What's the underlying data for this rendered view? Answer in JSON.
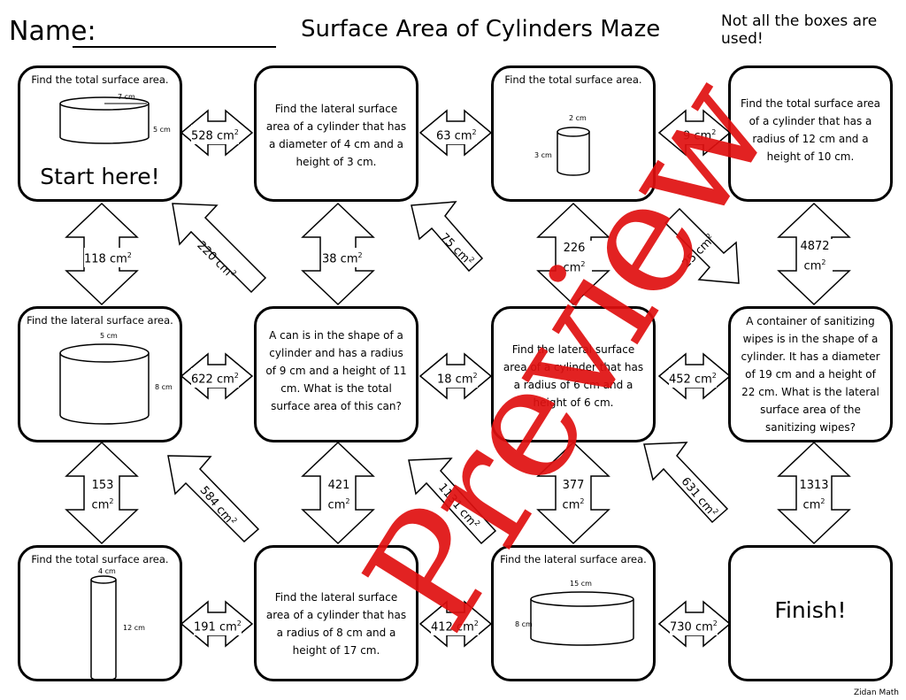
{
  "header": {
    "name_label": "Name: ",
    "title": "Surface Area of Cylinders Maze",
    "note": "Not all the boxes are used!"
  },
  "boxes": {
    "r1c1": {
      "head": "Find the total surface area.",
      "dim_r": "7 cm",
      "dim_h": "5 cm",
      "big": "Start here!"
    },
    "r1c2": {
      "body": "Find the lateral surface area of a cylinder that has a diameter of 4 cm and a height of 3 cm."
    },
    "r1c3": {
      "head": "Find the total surface area.",
      "dim_r": "2 cm",
      "dim_h": "3 cm"
    },
    "r1c4": {
      "body": "Find the total surface area of a cylinder that has a radius of 12 cm and a height of 10 cm."
    },
    "r2c1": {
      "head": "Find the lateral surface area.",
      "dim_r": "5 cm",
      "dim_h": "8 cm"
    },
    "r2c2": {
      "body": "A can is in the shape of a cylinder and has a radius of 9 cm and a height of 11 cm. What is the total surface area of this can?"
    },
    "r2c3": {
      "body": "Find the lateral surface area of a cylinder that has a radius of 6 cm and a height of 6 cm."
    },
    "r2c4": {
      "body": "A container of sanitizing wipes is in the shape of a cylinder. It has a diameter of 19 cm and a height of 22 cm. What is the lateral surface area of the sanitizing wipes?"
    },
    "r3c1": {
      "head": "Find the total surface area.",
      "dim_r": "4 cm",
      "dim_h": "12 cm"
    },
    "r3c2": {
      "body": "Find the lateral surface area of a cylinder that has a radius of 8 cm and a height of 17 cm."
    },
    "r3c3": {
      "head": "Find the lateral surface area.",
      "dim_r": "15 cm",
      "dim_h": "8 cm"
    },
    "r3c4": {
      "big": "Finish!"
    }
  },
  "arrows": {
    "h_r1_12": "528 cm",
    "h_r1_23": "63 cm",
    "h_r1_34": "9 cm",
    "h_r2_12": "622 cm",
    "h_r2_23": "18 cm",
    "h_r2_34": "452 cm",
    "h_r3_12": "191 cm",
    "h_r3_23": "412 cm",
    "h_r3_34": "730 cm",
    "v_12_c1": "118 cm",
    "v_12_c2": "38 cm",
    "v_12_c3": "226 cm",
    "v_12_c4_num": "4872",
    "v_12_c4_unit": "cm",
    "v_23_c1_num": "153",
    "v_23_c1_unit": "cm",
    "v_23_c2": "421 cm",
    "v_23_c3_num": "377",
    "v_23_c3_unit": "cm",
    "v_23_c4_num": "1313",
    "v_23_c4_unit": "cm",
    "d_r12_a": "220 cm",
    "d_r12_b": "75 cm",
    "d_r12_c": "25 cm",
    "d_r23_a": "584 cm",
    "d_r23_b": "1131 cm",
    "d_r23_c": "631 cm",
    "exp": "2"
  },
  "watermark": "Preview",
  "credit": "Zidan Math"
}
